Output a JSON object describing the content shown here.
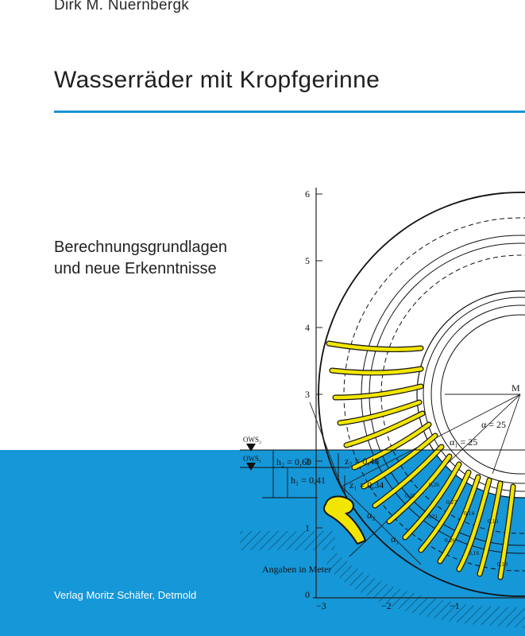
{
  "author": "Dirk M. Nuernbergk",
  "title": "Wasserräder mit Kropfgerinne",
  "subtitle_line1": "Berechnungsgrundlagen",
  "subtitle_line2": "und neue Erkenntnisse",
  "publisher": "Verlag Moritz Schäfer, Detmold",
  "colors": {
    "accent_blue": "#1a93d2",
    "water": "#1597d8",
    "buckets": "#f2e600"
  },
  "figure": {
    "y_ticks": [
      "0",
      "1",
      "2",
      "3",
      "4",
      "5",
      "6"
    ],
    "x_ticks": [
      "−3",
      "−2",
      "−1"
    ],
    "center_label": "M",
    "angle_label": "α = 25",
    "angle1_label": "α₁ = 25",
    "ows2": "OWS₂",
    "ows1": "OWS₁",
    "h2": "h₂ = 0,69",
    "h1": "h₁ = 0,41",
    "z2": "z₂ = 0,48",
    "z1": "z₁ = 0,34",
    "alpha_a": "α₂",
    "alpha_b": "α₁",
    "units_note": "Angaben in Meter",
    "small_values": [
      "0,26",
      "0,37",
      "0,27",
      "0,21",
      "0,14",
      "0,10",
      "0,26",
      "0,16",
      "0,19"
    ]
  }
}
